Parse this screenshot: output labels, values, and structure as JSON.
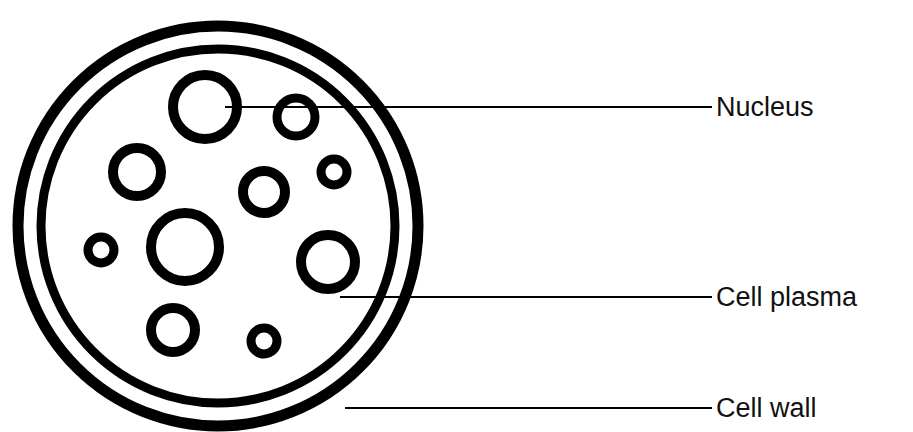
{
  "diagram": {
    "labels": [
      "Nucleus",
      "Cell plasma",
      "Cell wall"
    ]
  }
}
